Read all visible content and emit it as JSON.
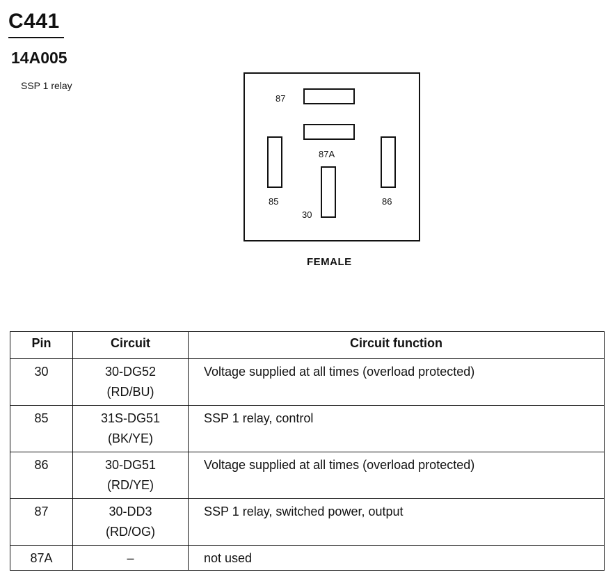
{
  "connector": {
    "id": "C441",
    "part_number": "14A005",
    "description": "SSP 1 relay",
    "view": "FEMALE",
    "pin_labels": [
      "87",
      "87A",
      "85",
      "86",
      "30"
    ]
  },
  "table": {
    "headers": [
      "Pin",
      "Circuit",
      "Circuit function"
    ],
    "rows": [
      {
        "pin": "30",
        "circuit": "30-DG52",
        "color": "(RD/BU)",
        "function": "Voltage supplied at all times (overload protected)"
      },
      {
        "pin": "85",
        "circuit": "31S-DG51",
        "color": "(BK/YE)",
        "function": "SSP 1 relay, control"
      },
      {
        "pin": "86",
        "circuit": "30-DG51",
        "color": "(RD/YE)",
        "function": "Voltage supplied at all times (overload protected)"
      },
      {
        "pin": "87",
        "circuit": "30-DD3",
        "color": "(RD/OG)",
        "function": "SSP 1 relay, switched power, output"
      },
      {
        "pin": "87A",
        "circuit": "–",
        "color": "",
        "function": "not used"
      }
    ]
  }
}
